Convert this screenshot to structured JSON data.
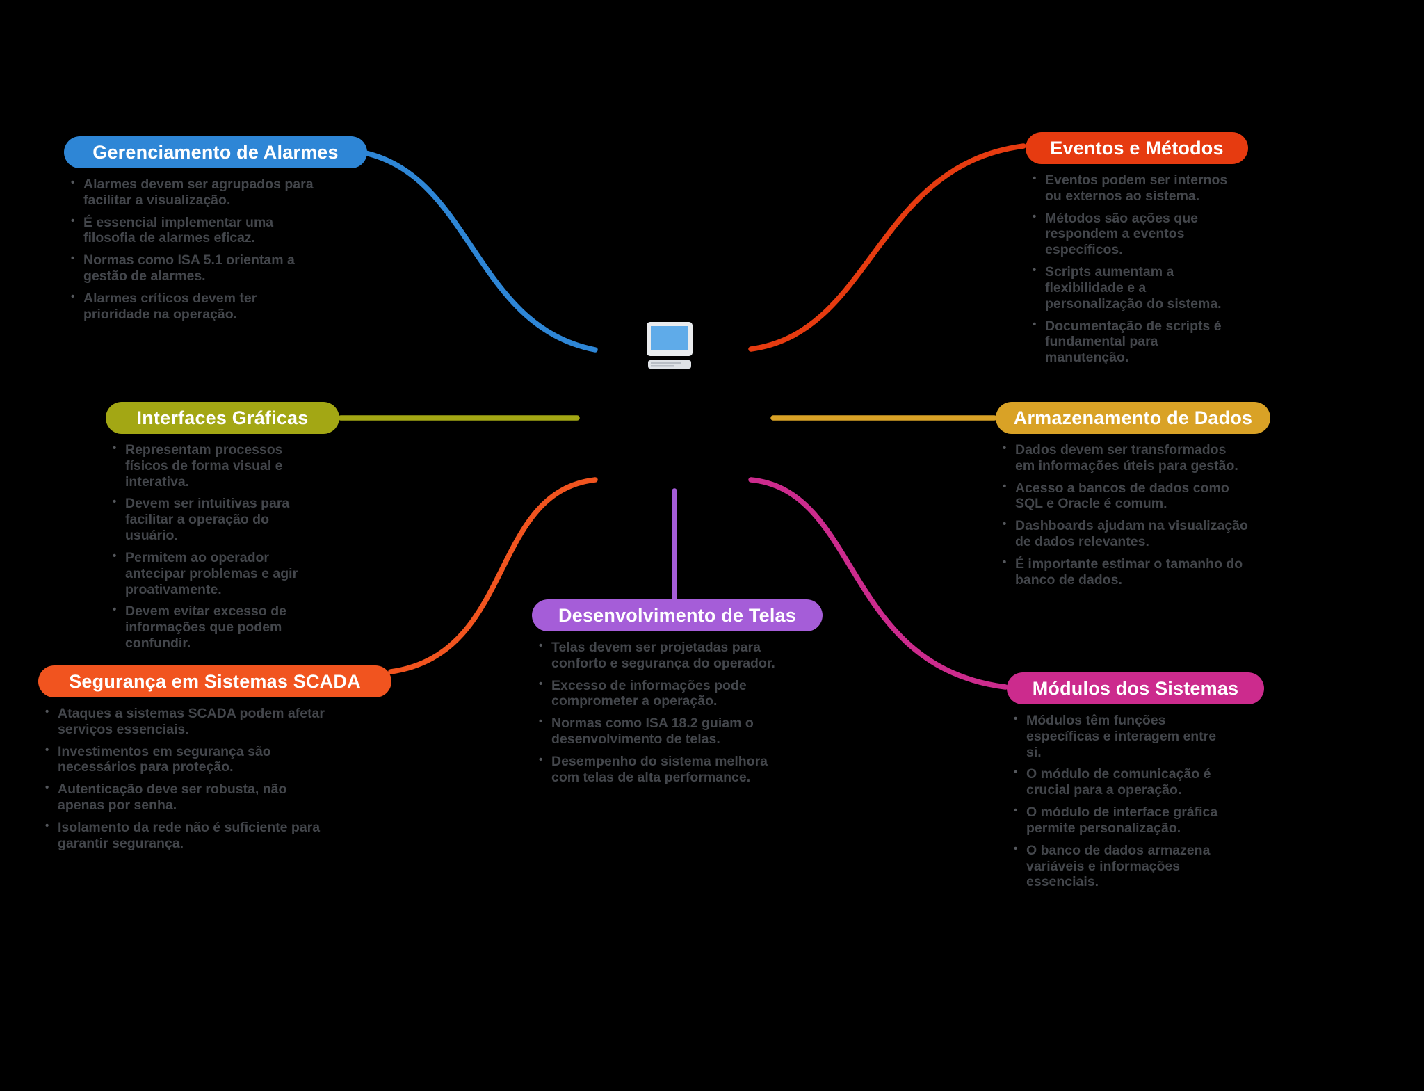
{
  "canvas": {
    "background": "#000000"
  },
  "center": {
    "icon": "desktop-computer"
  },
  "nodes": [
    {
      "id": "gerenciamento-de-alarmes",
      "title": "Gerenciamento de Alarmes",
      "color": "#2e86d6",
      "bullets": [
        "Alarmes devem ser agrupados para facilitar a visualização.",
        "É essencial implementar uma filosofia de alarmes eficaz.",
        "Normas como ISA 5.1 orientam a gestão de alarmes.",
        "Alarmes críticos devem ter prioridade na operação."
      ]
    },
    {
      "id": "eventos-e-metodos",
      "title": "Eventos e Métodos",
      "color": "#e63b10",
      "bullets": [
        "Eventos podem ser internos ou externos ao sistema.",
        "Métodos são ações que respondem a eventos específicos.",
        "Scripts aumentam a flexibilidade e a personalização do sistema.",
        "Documentação de scripts é fundamental para manutenção."
      ]
    },
    {
      "id": "interfaces-graficas",
      "title": "Interfaces Gráficas",
      "color": "#a3a714",
      "bullets": [
        "Representam processos físicos de forma visual e interativa.",
        "Devem ser intuitivas para facilitar a operação do usuário.",
        "Permitem ao operador antecipar problemas e agir proativamente.",
        "Devem evitar excesso de informações que podem confundir."
      ]
    },
    {
      "id": "armazenamento-de-dados",
      "title": "Armazenamento de Dados",
      "color": "#d9a226",
      "bullets": [
        "Dados devem ser transformados em informações úteis para gestão.",
        "Acesso a bancos de dados como SQL e Oracle é comum.",
        "Dashboards ajudam na visualização de dados relevantes.",
        "É importante estimar o tamanho do banco de dados."
      ]
    },
    {
      "id": "seguranca-em-sistemas-scada",
      "title": "Segurança em Sistemas SCADA",
      "color": "#f1541f",
      "bullets": [
        "Ataques a sistemas SCADA podem afetar serviços essenciais.",
        "Investimentos em segurança são necessários para proteção.",
        "Autenticação deve ser robusta, não apenas por senha.",
        "Isolamento da rede não é suficiente para garantir segurança."
      ]
    },
    {
      "id": "desenvolvimento-de-telas",
      "title": "Desenvolvimento de Telas",
      "color": "#a55dd8",
      "bullets": [
        "Telas devem ser projetadas para conforto e segurança do operador.",
        "Excesso de informações pode comprometer a operação.",
        "Normas como ISA 18.2 guiam o desenvolvimento de telas.",
        "Desempenho do sistema melhora com telas de alta performance."
      ]
    },
    {
      "id": "modulos-dos-sistemas",
      "title": "Módulos dos Sistemas",
      "color": "#cc2b8d",
      "bullets": [
        "Módulos têm funções específicas e interagem entre si.",
        "O módulo de comunicação é crucial para a operação.",
        "O módulo de interface gráfica permite personalização.",
        "O banco de dados armazena variáveis e informações essenciais."
      ]
    }
  ]
}
